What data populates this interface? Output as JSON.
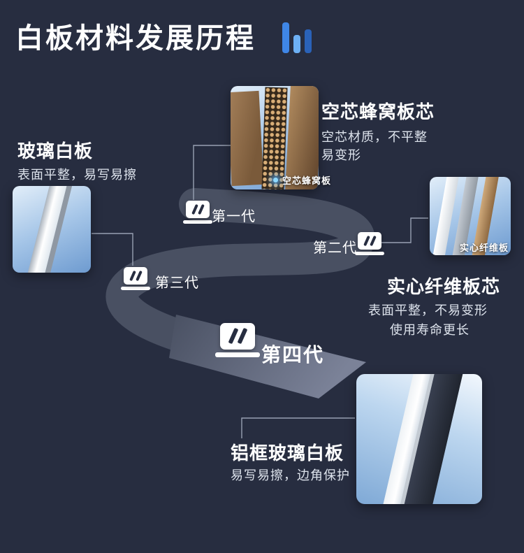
{
  "title": {
    "text": "白板材料发展历程"
  },
  "generations": {
    "gen1": {
      "label": "第一代"
    },
    "gen2": {
      "label": "第二代"
    },
    "gen3": {
      "label": "第三代"
    },
    "gen4": {
      "label": "第四代"
    }
  },
  "sections": {
    "glass": {
      "heading": "玻璃白板",
      "desc": "表面平整，易写易擦"
    },
    "honeycomb": {
      "heading": "空芯蜂窝板芯",
      "desc1": "空芯材质，不平整",
      "desc2": "易变形",
      "image_label": "空芯蜂窝板"
    },
    "fiber": {
      "heading": "实心纤维板芯",
      "desc1": "表面平整，不易变形",
      "desc2": "使用寿命更长",
      "image_label": "实心纤维板"
    },
    "aluminum": {
      "heading": "铝框玻璃白板",
      "desc": "易写易擦，边角保护"
    }
  },
  "colors": {
    "background": "#272d40",
    "accent_blue": "#3f86e6",
    "road_gray": "#495062",
    "panel_blue_light": "#e2eef9",
    "panel_blue_dark": "#6e9bd0"
  },
  "icons": {
    "title_icon": "bar-chart-icon",
    "generation_marker_icon": "whiteboard-icon",
    "image_label_dot": "highlight-dot-icon"
  }
}
